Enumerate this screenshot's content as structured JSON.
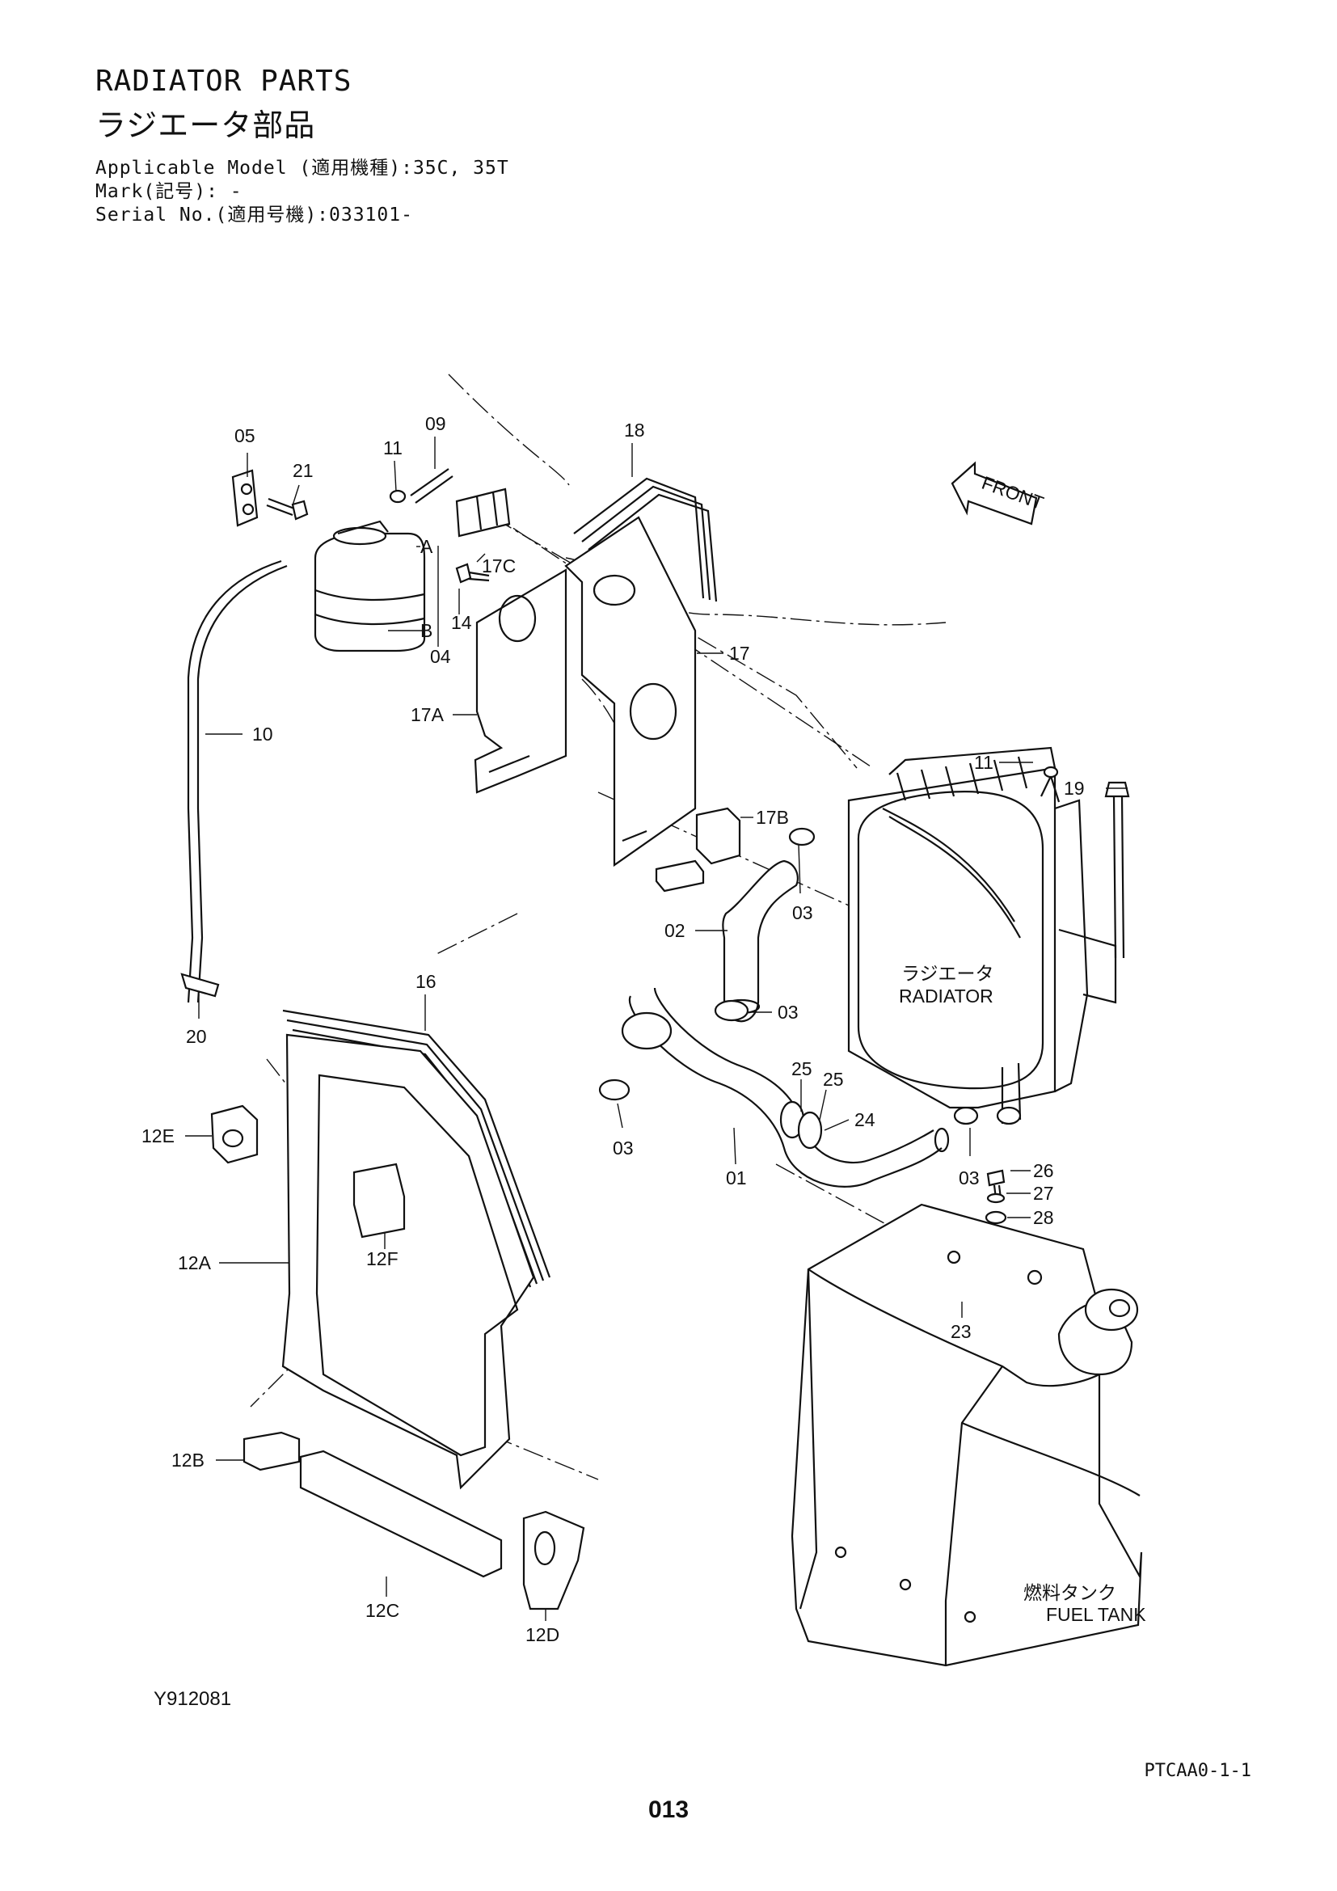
{
  "header": {
    "title_en": "RADIATOR PARTS",
    "title_jp": "ラジエータ部品",
    "applicable_model": "Applicable Model (適用機種):35C, 35T",
    "mark": "Mark(記号): -",
    "serial_no": "Serial No.(適用号機):033101-"
  },
  "direction_label": "FRONT",
  "callouts": {
    "c05": "05",
    "c21": "21",
    "c11a": "11",
    "c09": "09",
    "c18": "18",
    "cA": "A",
    "cB": "B",
    "c17C": "17C",
    "c14": "14",
    "c04": "04",
    "c17": "17",
    "c17A": "17A",
    "c10": "10",
    "c11b": "11",
    "c19": "19",
    "c17B": "17B",
    "c03a": "03",
    "c02": "02",
    "c20": "20",
    "c16": "16",
    "c03b": "03",
    "c25a": "25",
    "c25b": "25",
    "c24": "24",
    "c12E": "12E",
    "c03c": "03",
    "c01": "01",
    "c03d": "03",
    "c26": "26",
    "c27": "27",
    "c28": "28",
    "c12F": "12F",
    "c12A": "12A",
    "c23": "23",
    "c12B": "12B",
    "c12C": "12C",
    "c12D": "12D"
  },
  "radiator_label": {
    "jp": "ラジエータ",
    "en": "RADIATOR"
  },
  "fuel_tank_label": {
    "jp": "燃料タンク",
    "en": "FUEL TANK"
  },
  "footer": {
    "drawing_code": "Y912081",
    "page_code": "PTCAA0-1-1",
    "page_number": "013"
  }
}
